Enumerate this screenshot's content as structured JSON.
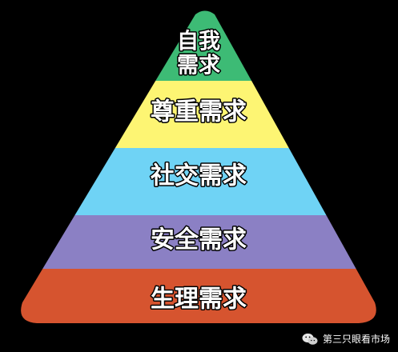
{
  "pyramid": {
    "layers": [
      {
        "label_line1": "自我",
        "label_line2": "需求",
        "color": "#3dbb75"
      },
      {
        "label": "尊重需求",
        "color": "#fdf573"
      },
      {
        "label": "社交需求",
        "color": "#6fd3f5"
      },
      {
        "label": "安全需求",
        "color": "#8b80c4"
      },
      {
        "label": "生理需求",
        "color": "#d6542f"
      }
    ]
  },
  "watermark": {
    "icon": "wechat-icon",
    "text": "第三只眼看市场"
  }
}
